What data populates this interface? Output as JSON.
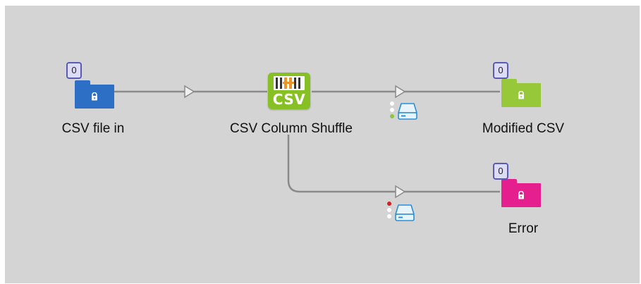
{
  "nodes": {
    "csv_in": {
      "label": "CSV file in",
      "count": "0",
      "color": "#2d6fc4"
    },
    "shuffle": {
      "label": "CSV Column Shuffle",
      "icon_text": "CSV",
      "color": "#86c024"
    },
    "modified": {
      "label": "Modified CSV",
      "count": "0",
      "color": "#96c83a"
    },
    "error": {
      "label": "Error",
      "count": "0",
      "color": "#e61f8f"
    }
  },
  "colors": {
    "canvas": "#d4d4d4",
    "wire": "#8a8a8a",
    "counter_border": "#5a5ab8",
    "success_dot": "#8cc63f",
    "error_dot": "#d42020",
    "idle_dot": "#ffffff"
  },
  "icons": {
    "folder": "lock-folder-icon",
    "drive": "hard-drive-icon",
    "processor": "csv-shuffle-icon"
  }
}
